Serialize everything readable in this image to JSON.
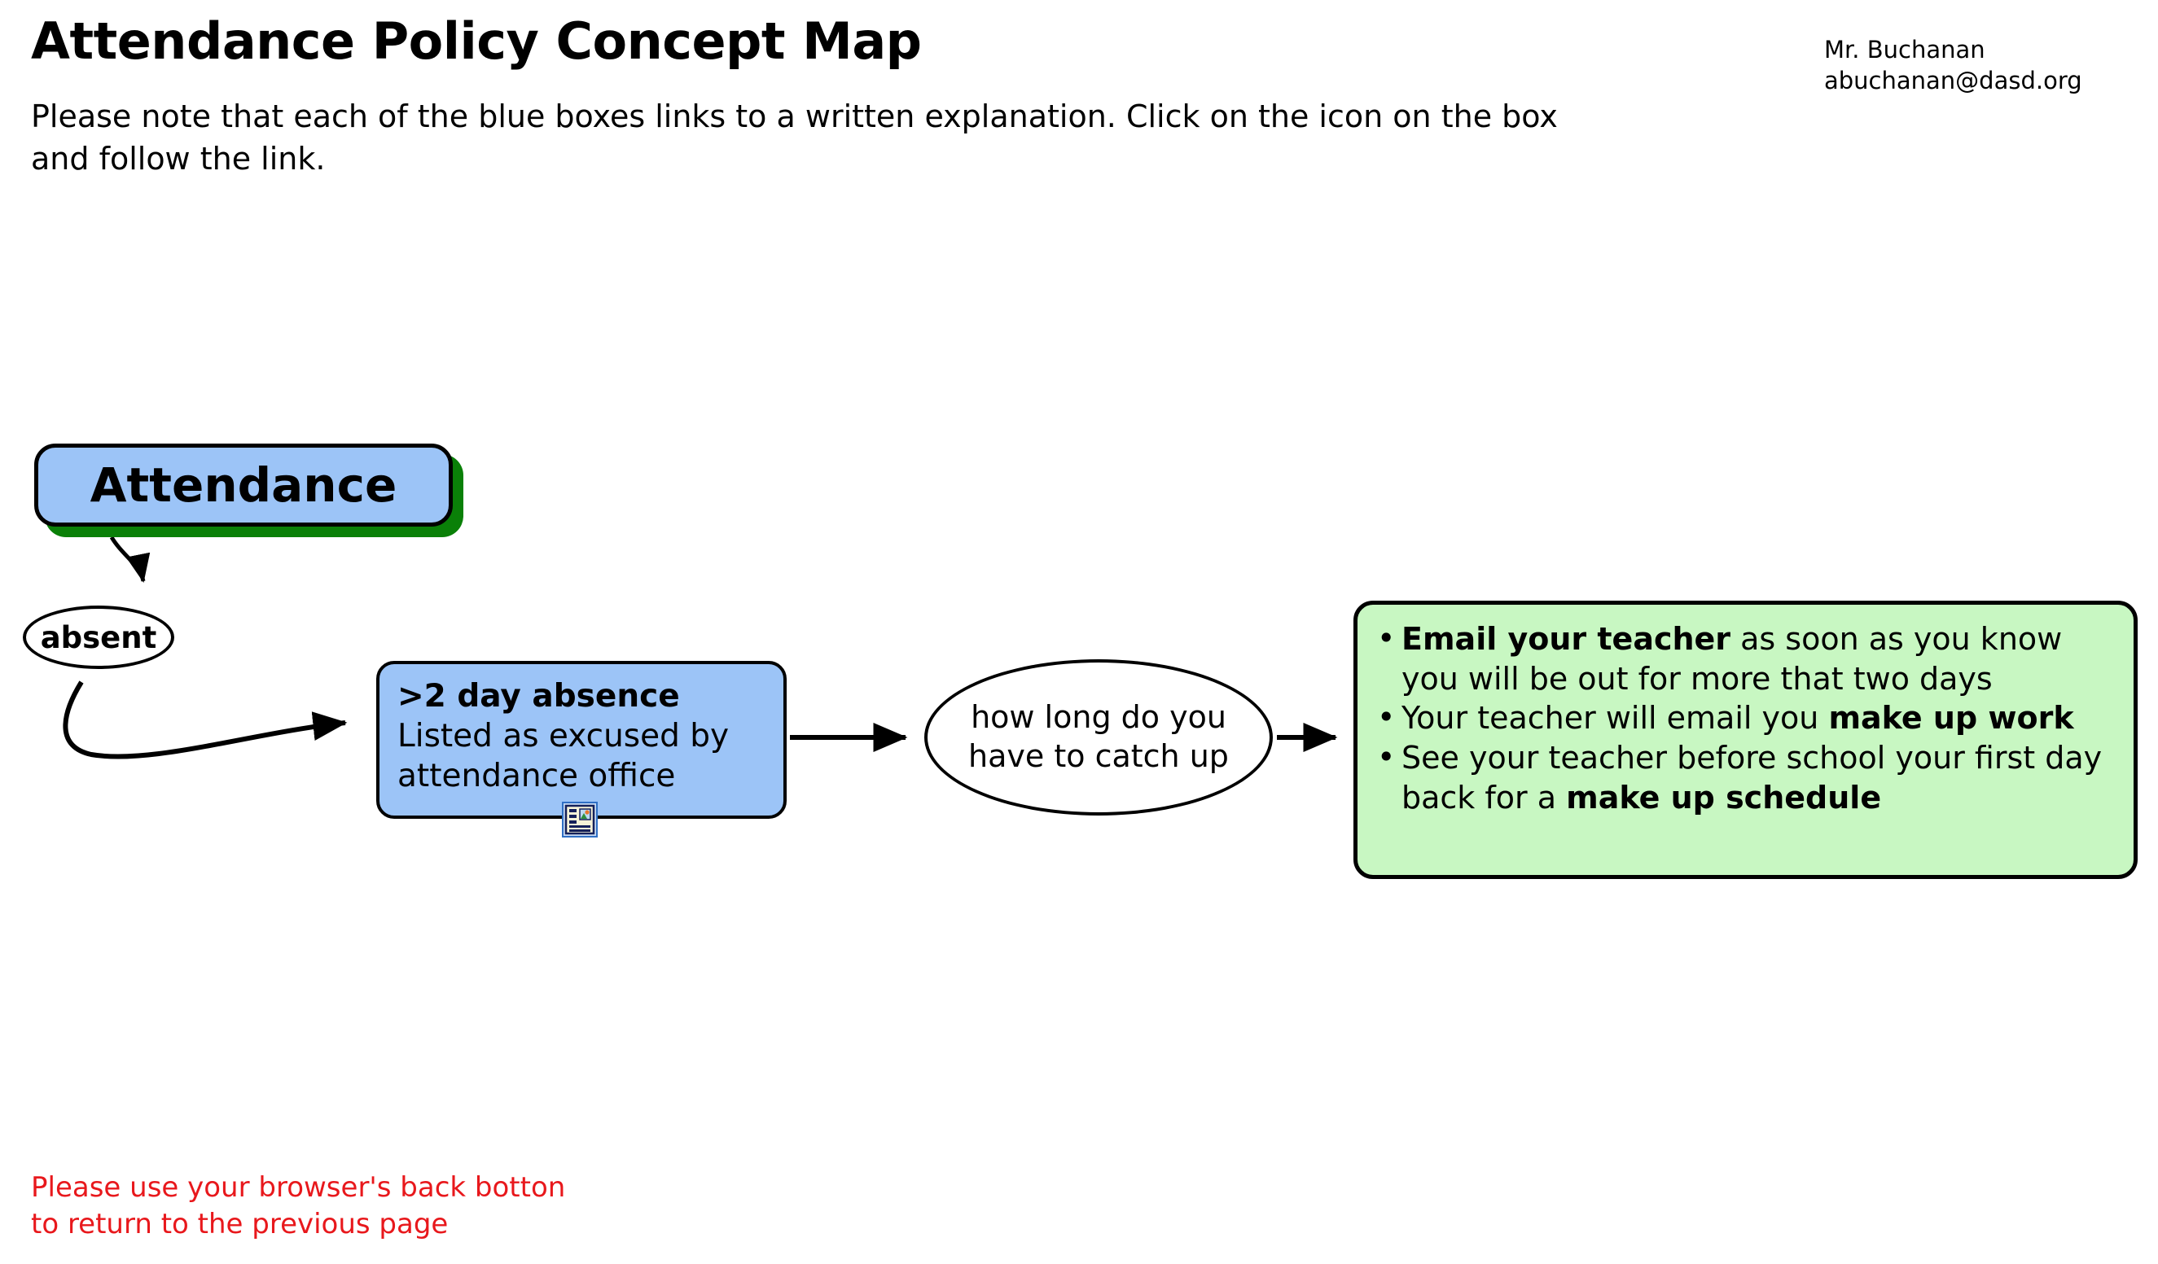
{
  "header": {
    "title": "Attendance Policy Concept Map",
    "intro_note": "Please note that each of the blue boxes links to a written explanation. Click on the icon on the box and follow the link.",
    "contact_name": "Mr. Buchanan",
    "contact_email": "abuchanan@dasd.org"
  },
  "colors": {
    "node_blue": "#9cc4f7",
    "node_green_fill": "#c8f7c2",
    "shadow_green": "#0a8008",
    "outline_black": "#000000",
    "warning_red": "#e8181c",
    "canvas_white": "#ffffff"
  },
  "nodes": {
    "attendance": {
      "label": "Attendance",
      "shape": "rounded-rect",
      "fill": "#9cc4f7",
      "shadow": "#0a8008"
    },
    "absent": {
      "label": "absent",
      "shape": "ellipse",
      "fill": "#ffffff"
    },
    "absence_2day": {
      "title": ">2 day absence",
      "body": "Listed as excused by attendance office",
      "shape": "rounded-rect",
      "fill": "#9cc4f7",
      "icon_name": "document-image-link-icon"
    },
    "catch_up": {
      "line1": "how long do you",
      "line2": "have to catch up",
      "shape": "ellipse",
      "fill": "#ffffff"
    },
    "advice": {
      "shape": "rounded-rect",
      "fill": "#c8f7c2",
      "bullets": [
        {
          "segments": [
            {
              "text": "Email your teacher",
              "bold": true
            },
            {
              "text": " as soon as you know you will be out for more that two days",
              "bold": false
            }
          ]
        },
        {
          "segments": [
            {
              "text": "Your teacher will email you ",
              "bold": false
            },
            {
              "text": "make up work",
              "bold": true
            }
          ]
        },
        {
          "segments": [
            {
              "text": "See your teacher before school your first day back for a ",
              "bold": false
            },
            {
              "text": "make up schedule",
              "bold": true
            }
          ]
        }
      ]
    }
  },
  "edges": [
    {
      "name": "attendance-to-absent",
      "from": "attendance",
      "to": "absent",
      "style": "curved-arrow"
    },
    {
      "name": "absent-to-absence-2day",
      "from": "absent",
      "to": "absence_2day",
      "style": "curved-arrow"
    },
    {
      "name": "absence-2day-to-catch-up",
      "from": "absence_2day",
      "to": "catch_up",
      "style": "straight-arrow"
    },
    {
      "name": "catch-up-to-advice",
      "from": "catch_up",
      "to": "advice",
      "style": "straight-arrow"
    }
  ],
  "footer": {
    "line1": "Please use your browser's back botton",
    "line2": "to return to the previous page"
  }
}
